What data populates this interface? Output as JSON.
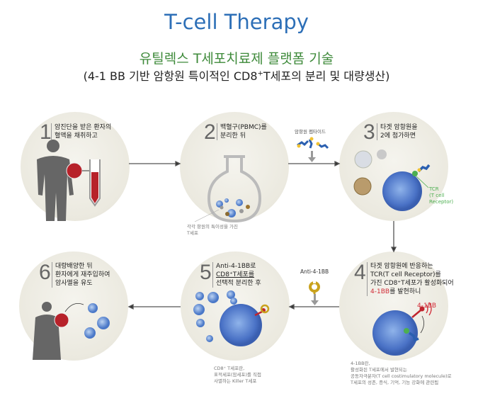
{
  "title": "T-cell Therapy",
  "subtitle": "유틸렉스 T세포치료제 플랫폼 기술",
  "subtitle2_pre": "(4-1 BB 기반 암항원 특이적인 CD8",
  "subtitle2_sup": "+",
  "subtitle2_post": "T세포의 분리 및 대량생산)",
  "steps": [
    {
      "num": "1",
      "lines": [
        "암진단을 받은 환자의",
        "혈액을 채취하고"
      ]
    },
    {
      "num": "2",
      "lines": [
        "백혈구(PBMC)를",
        "분리한 뒤"
      ],
      "note": [
        "각각 항원의 특이성을 가진",
        "T세포"
      ]
    },
    {
      "num": "3",
      "lines": [
        "타겟 암항원을",
        "2에 첨가하면"
      ],
      "label": [
        "TCR",
        "(T cell",
        "Receptor)"
      ]
    },
    {
      "num": "4",
      "lines": [
        "타겟 암항원에 반응하는",
        "TCR(T cell Receptor)를",
        "가진 CD8⁺T세포가 활성화되어"
      ],
      "red_line_a": "4-1BB",
      "red_line_b": "를 발현하니",
      "label": "4-1BB",
      "note": [
        "4-1BB란,",
        "활성화된 T세포에서 발현되는",
        "공동자극분자(T cell costimulatory molecule)로",
        "T세포의 성존, 증식, 기억, 기능 강화에 관련됨"
      ]
    },
    {
      "num": "5",
      "lines": [
        "Anti-4-1BB로",
        "CD8⁺T세포를",
        "선택적 분리한 후"
      ],
      "note": [
        "CD8⁺ T세포란,",
        "표적세포(암세포)를 직접",
        "사멸하는 Killer T세포"
      ]
    },
    {
      "num": "6",
      "lines": [
        "대량배양한 뒤",
        "환자에게 재주입하여",
        "암사멸을 유도"
      ]
    }
  ],
  "reagents": {
    "peptide": "암항원 펩타이드",
    "antibody": "Anti-4-1BB"
  },
  "colors": {
    "title": "#2d6fb7",
    "subtitle": "#3e8a3a",
    "accent_red": "#d12b36",
    "cell_blue": "#4a78c8"
  }
}
